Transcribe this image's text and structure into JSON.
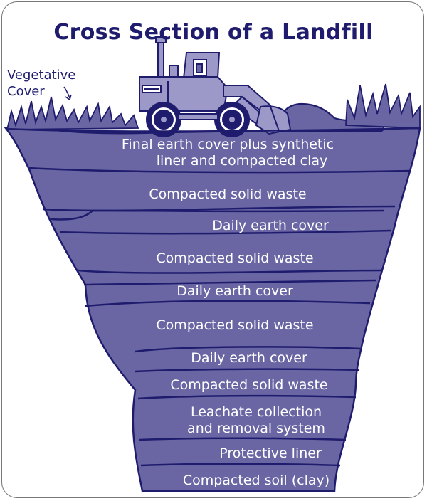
{
  "title": "Cross Section of a Landfill",
  "vegetative_cover_label": [
    "Vegetative",
    "Cover"
  ],
  "layers": [
    {
      "lines": [
        "Final earth cover plus synthetic",
        "liner and compacted clay"
      ]
    },
    {
      "lines": [
        "Compacted solid waste"
      ]
    },
    {
      "lines": [
        "Daily earth cover"
      ]
    },
    {
      "lines": [
        "Compacted solid waste"
      ]
    },
    {
      "lines": [
        "Daily earth cover"
      ]
    },
    {
      "lines": [
        "Compacted solid waste"
      ]
    },
    {
      "lines": [
        "Daily earth cover"
      ]
    },
    {
      "lines": [
        "Compacted solid waste"
      ]
    },
    {
      "lines": [
        "Leachate collection",
        "and removal system"
      ]
    },
    {
      "lines": [
        "Protective liner"
      ]
    },
    {
      "lines": [
        "Compacted soil (clay)"
      ]
    }
  ],
  "colors": {
    "fill": "#6a66a3",
    "line": "#1f1c6e",
    "bulldozer": "#9c99c8",
    "text_light": "#ffffff"
  }
}
